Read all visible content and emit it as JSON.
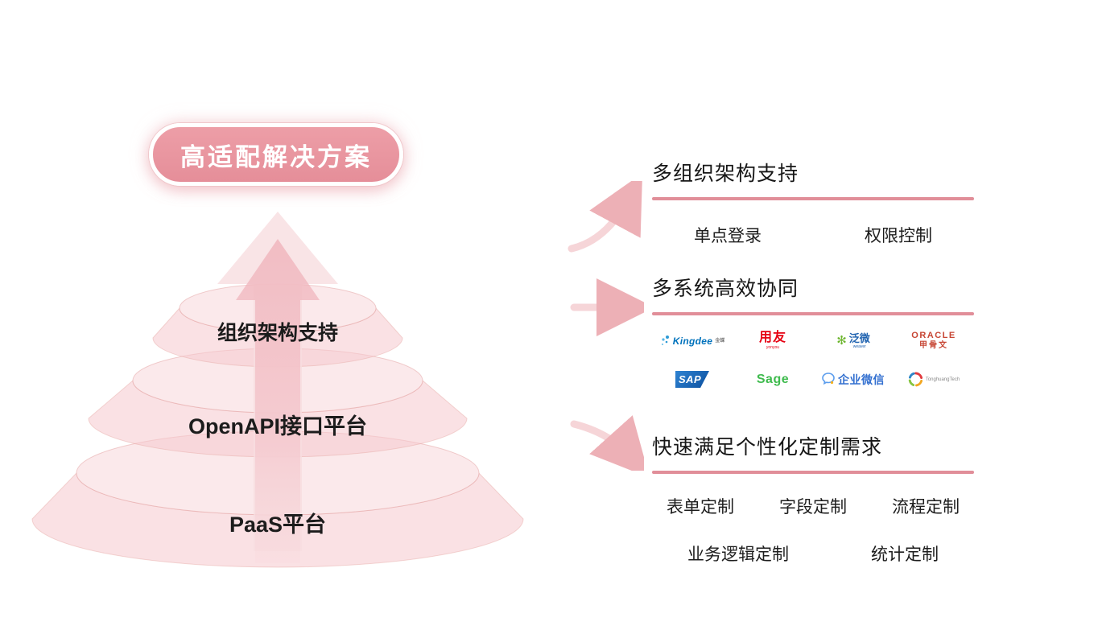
{
  "badge": {
    "label": "高适配解决方案"
  },
  "pyramid": {
    "layers": [
      {
        "label": "组织架构支持"
      },
      {
        "label": "OpenAPI接口平台"
      },
      {
        "label": "PaaS平台"
      }
    ]
  },
  "sections": {
    "org": {
      "title": "多组织架构支持",
      "items": [
        {
          "label": "单点登录"
        },
        {
          "label": "权限控制"
        }
      ]
    },
    "systems": {
      "title": "多系统高效协同",
      "logos": [
        {
          "name": "kingdee",
          "label": "Kingdee",
          "sub": "金蝶",
          "color": "#0072bc"
        },
        {
          "name": "yonyou",
          "label": "用友",
          "sub": "yonyou",
          "color": "#e60012"
        },
        {
          "name": "weaver",
          "label": "泛微",
          "sub": "weaver",
          "color": "#2063b0",
          "icon_color": "#6cb52d"
        },
        {
          "name": "oracle",
          "label": "ORACLE",
          "sub": "甲骨文",
          "color": "#c74634"
        },
        {
          "name": "sap",
          "label": "SAP",
          "color": "#0b4f9e"
        },
        {
          "name": "sage",
          "label": "Sage",
          "color": "#3fbb4e"
        },
        {
          "name": "wecom",
          "label": "企业微信",
          "color": "#3370d0"
        },
        {
          "name": "tonghuang",
          "label": "TonghuangTech",
          "color": "#8a8a8a"
        }
      ]
    },
    "custom": {
      "title": "快速满足个性化定制需求",
      "row1": [
        {
          "label": "表单定制"
        },
        {
          "label": "字段定制"
        },
        {
          "label": "流程定制"
        }
      ],
      "row2": [
        {
          "label": "业务逻辑定制"
        },
        {
          "label": "统计定制"
        }
      ]
    }
  },
  "colors": {
    "accent": "#e18e99",
    "badge_bg": "#e9959f",
    "pyramid_fill": "#f5c9ce",
    "arrow": "#f2bac0",
    "text": "#1f1f1f"
  }
}
